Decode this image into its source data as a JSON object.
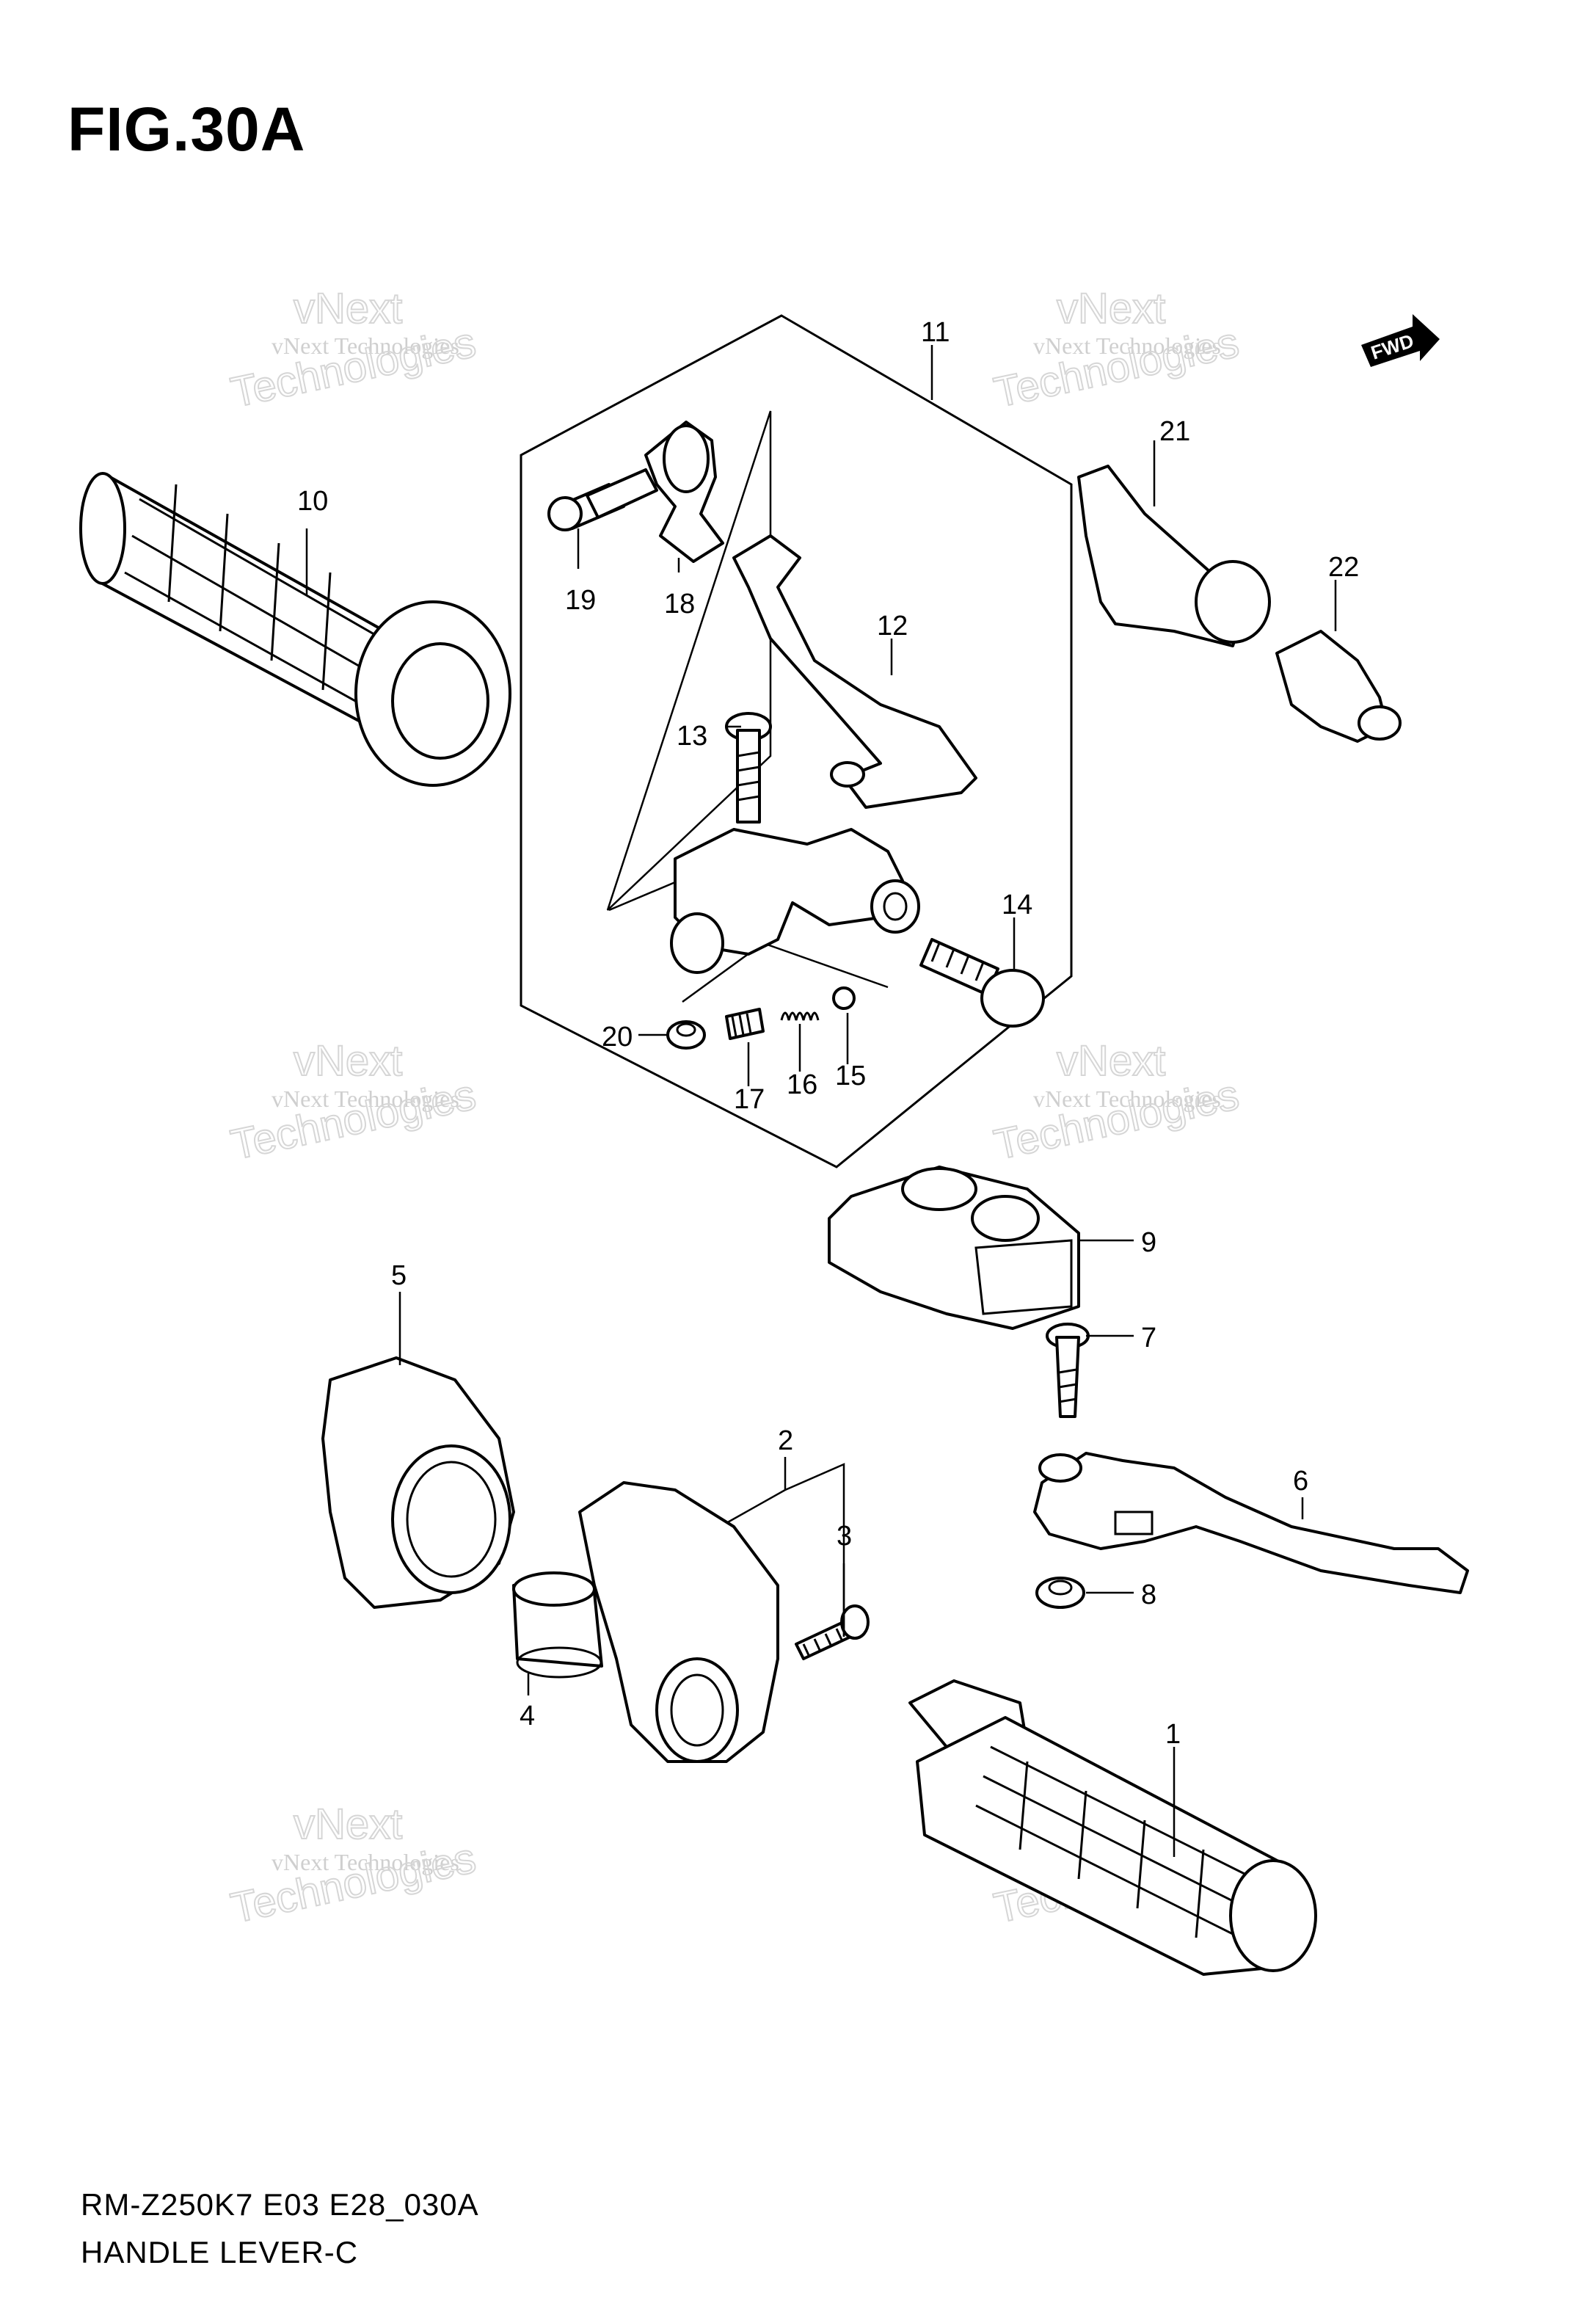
{
  "figure": {
    "title": "FIG.30A",
    "model_code": "RM-Z250K7 E03 E28_030A",
    "caption": "HANDLE LEVER-C",
    "fwd_label": "FWD"
  },
  "watermark": {
    "line1": "vNext Technologies",
    "line2a": "vNext",
    "line2b": "Technologies"
  },
  "callouts": [
    {
      "id": "1",
      "label": "1"
    },
    {
      "id": "2",
      "label": "2"
    },
    {
      "id": "3",
      "label": "3"
    },
    {
      "id": "4",
      "label": "4"
    },
    {
      "id": "5",
      "label": "5"
    },
    {
      "id": "6",
      "label": "6"
    },
    {
      "id": "7",
      "label": "7"
    },
    {
      "id": "8",
      "label": "8"
    },
    {
      "id": "9",
      "label": "9"
    },
    {
      "id": "10",
      "label": "10"
    },
    {
      "id": "11",
      "label": "11"
    },
    {
      "id": "12",
      "label": "12"
    },
    {
      "id": "13",
      "label": "13"
    },
    {
      "id": "14",
      "label": "14"
    },
    {
      "id": "15",
      "label": "15"
    },
    {
      "id": "16",
      "label": "16"
    },
    {
      "id": "17",
      "label": "17"
    },
    {
      "id": "18",
      "label": "18"
    },
    {
      "id": "19",
      "label": "19"
    },
    {
      "id": "20",
      "label": "20"
    },
    {
      "id": "21",
      "label": "21"
    },
    {
      "id": "22",
      "label": "22"
    }
  ]
}
